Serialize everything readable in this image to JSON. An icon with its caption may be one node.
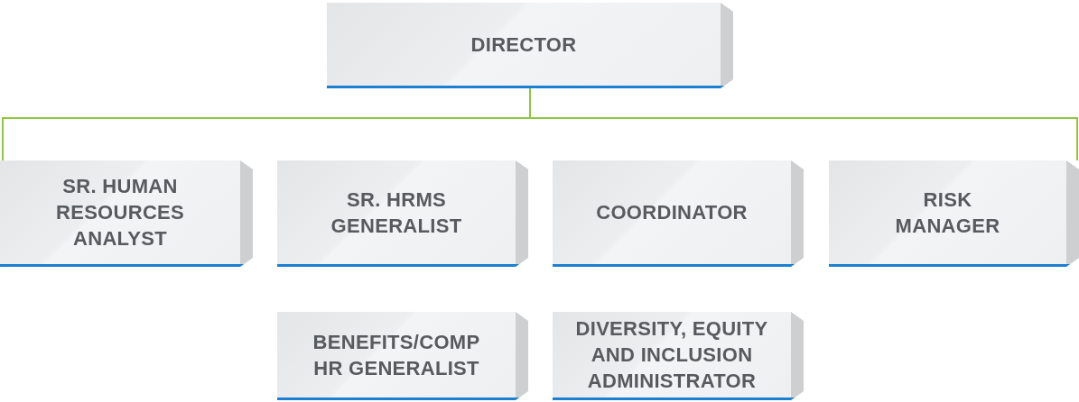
{
  "diagram": {
    "nodes": [
      {
        "text": [
          "DIRECTOR"
        ]
      },
      {
        "text": [
          "SR. HUMAN RESOURCES ANALYST"
        ]
      },
      {
        "text": [
          "SR. HRMS GENERALIST"
        ]
      },
      {
        "text": [
          "COORDINATOR"
        ]
      },
      {
        "text": [
          "RISK MANAGER"
        ]
      },
      {
        "text": [
          "BENEFITS/COMP HR GENERALIST"
        ]
      },
      {
        "text": [
          "DIVERSITY, EQUITY AND INCLUSION ADMINISTRATOR"
        ]
      }
    ],
    "edges": [
      {
        "from": 0,
        "to": 1,
        "arrow": "none"
      },
      {
        "from": 0,
        "to": 4,
        "arrow": "none"
      }
    ]
  }
}
